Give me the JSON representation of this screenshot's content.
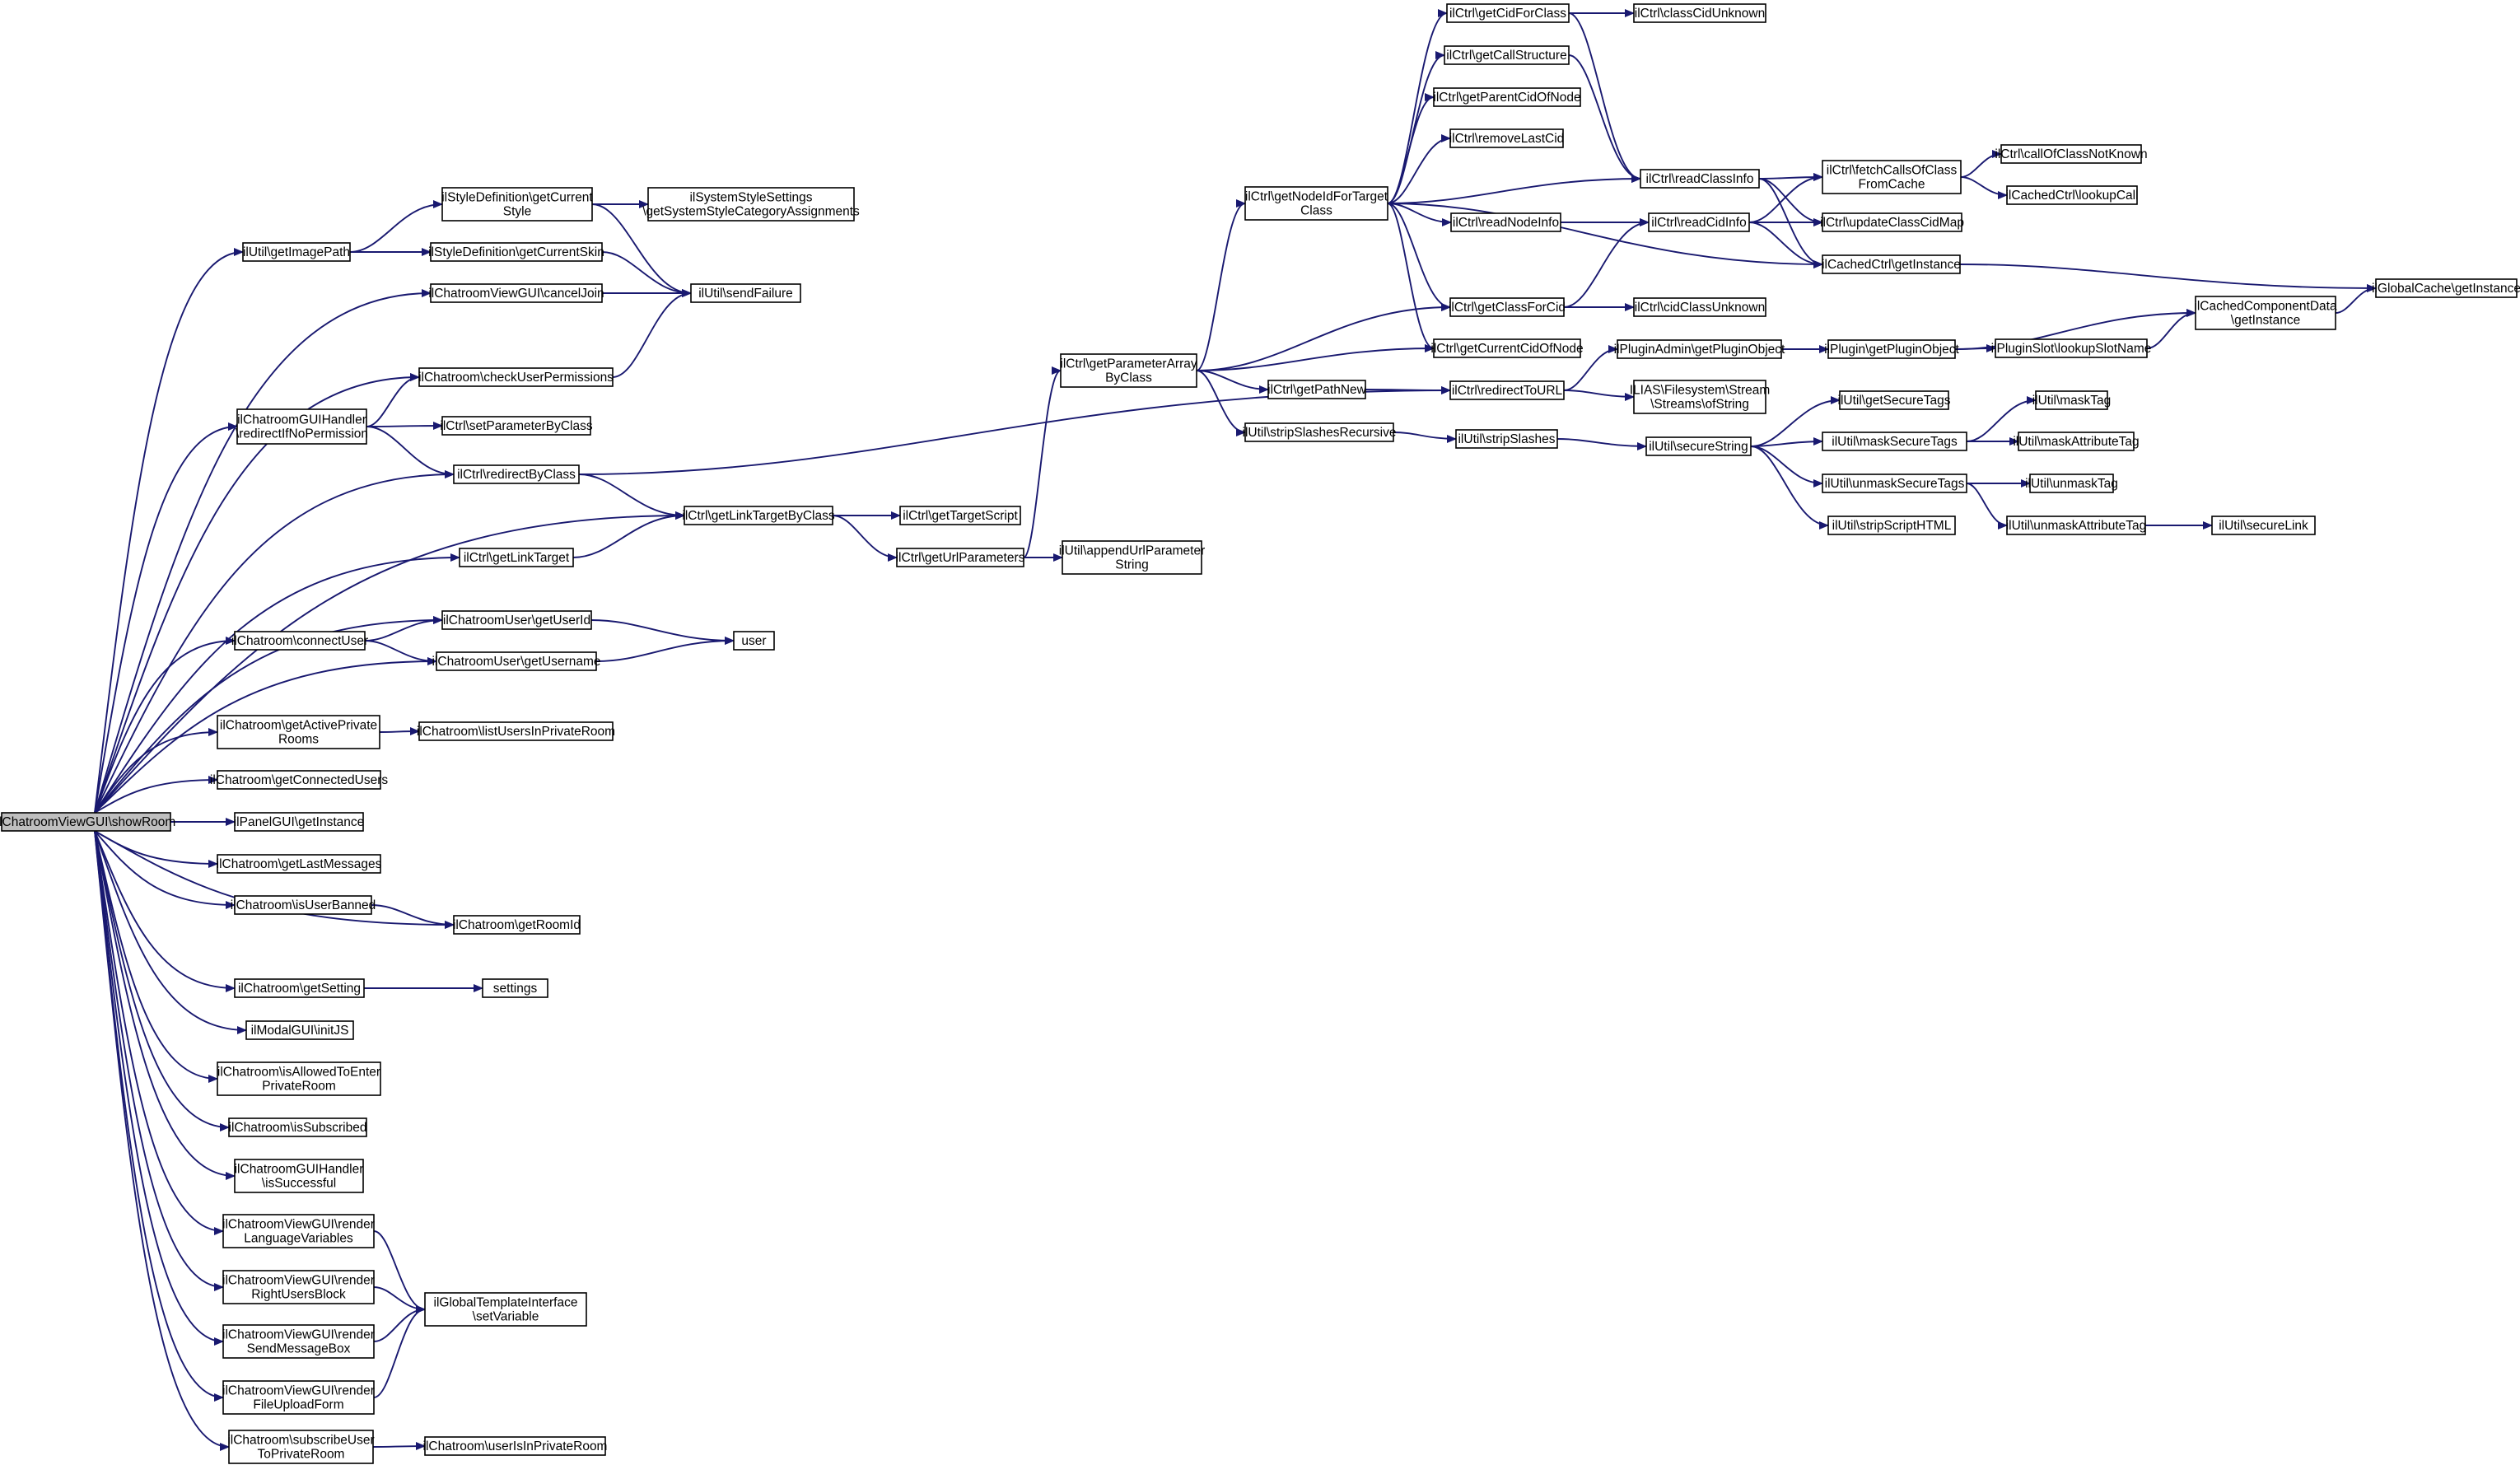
{
  "colors": {
    "edge": "#191970",
    "root_fill": "#bfbfbf",
    "node_fill": "#ffffff",
    "border": "#000000"
  },
  "nodes": [
    {
      "id": "root",
      "lines": [
        "ilChatroomViewGUI\\showRoom"
      ],
      "root": true
    },
    {
      "id": "getImagePath",
      "lines": [
        "ilUtil\\getImagePath"
      ]
    },
    {
      "id": "styleGetCurrentStyle",
      "lines": [
        "ilStyleDefinition\\getCurrent",
        "Style"
      ]
    },
    {
      "id": "sysStyleSettings",
      "lines": [
        "ilSystemStyleSettings",
        "\\getSystemStyleCategoryAssignments"
      ]
    },
    {
      "id": "styleGetCurrentSkin",
      "lines": [
        "ilStyleDefinition\\getCurrentSkin"
      ]
    },
    {
      "id": "cancelJoin",
      "lines": [
        "ilChatroomViewGUI\\cancelJoin"
      ]
    },
    {
      "id": "sendFailure",
      "lines": [
        "ilUtil\\sendFailure"
      ]
    },
    {
      "id": "checkUserPermissions",
      "lines": [
        "ilChatroom\\checkUserPermissions"
      ]
    },
    {
      "id": "redirectIfNoPermission",
      "lines": [
        "ilChatroomGUIHandler",
        "\\redirectIfNoPermission"
      ]
    },
    {
      "id": "setParameterByClass",
      "lines": [
        "ilCtrl\\setParameterByClass"
      ]
    },
    {
      "id": "redirectByClass",
      "lines": [
        "ilCtrl\\redirectByClass"
      ]
    },
    {
      "id": "getLinkTargetByClass",
      "lines": [
        "ilCtrl\\getLinkTargetByClass"
      ]
    },
    {
      "id": "getLinkTarget",
      "lines": [
        "ilCtrl\\getLinkTarget"
      ]
    },
    {
      "id": "getTargetScript",
      "lines": [
        "ilCtrl\\getTargetScript"
      ]
    },
    {
      "id": "getUrlParameters",
      "lines": [
        "ilCtrl\\getUrlParameters"
      ]
    },
    {
      "id": "appendUrlParameterString",
      "lines": [
        "ilUtil\\appendUrlParameter",
        "String"
      ]
    },
    {
      "id": "getParameterArrayByClass",
      "lines": [
        "ilCtrl\\getParameterArray",
        "ByClass"
      ]
    },
    {
      "id": "connectUser",
      "lines": [
        "ilChatroom\\connectUser"
      ]
    },
    {
      "id": "getUserId",
      "lines": [
        "ilChatroomUser\\getUserId"
      ]
    },
    {
      "id": "getUsername",
      "lines": [
        "ilChatroomUser\\getUsername"
      ]
    },
    {
      "id": "user",
      "lines": [
        "user"
      ]
    },
    {
      "id": "getActivePrivateRooms",
      "lines": [
        "ilChatroom\\getActivePrivate",
        "Rooms"
      ]
    },
    {
      "id": "listUsersInPrivateRoom",
      "lines": [
        "ilChatroom\\listUsersInPrivateRoom"
      ]
    },
    {
      "id": "getConnectedUsers",
      "lines": [
        "ilChatroom\\getConnectedUsers"
      ]
    },
    {
      "id": "panelGetInstance",
      "lines": [
        "ilPanelGUI\\getInstance"
      ]
    },
    {
      "id": "getLastMessages",
      "lines": [
        "ilChatroom\\getLastMessages"
      ]
    },
    {
      "id": "isUserBanned",
      "lines": [
        "ilChatroom\\isUserBanned"
      ]
    },
    {
      "id": "getRoomId",
      "lines": [
        "ilChatroom\\getRoomId"
      ]
    },
    {
      "id": "getSetting",
      "lines": [
        "ilChatroom\\getSetting"
      ]
    },
    {
      "id": "settings",
      "lines": [
        "settings"
      ]
    },
    {
      "id": "modalInitJS",
      "lines": [
        "ilModalGUI\\initJS"
      ]
    },
    {
      "id": "isAllowedToEnter",
      "lines": [
        "ilChatroom\\isAllowedToEnter",
        "PrivateRoom"
      ]
    },
    {
      "id": "isSubscribed",
      "lines": [
        "ilChatroom\\isSubscribed"
      ]
    },
    {
      "id": "isSuccessful",
      "lines": [
        "ilChatroomGUIHandler",
        "\\isSuccessful"
      ]
    },
    {
      "id": "renderLanguageVariables",
      "lines": [
        "ilChatroomViewGUI\\render",
        "LanguageVariables"
      ]
    },
    {
      "id": "renderRightUsersBlock",
      "lines": [
        "ilChatroomViewGUI\\render",
        "RightUsersBlock"
      ]
    },
    {
      "id": "renderSendMessageBox",
      "lines": [
        "ilChatroomViewGUI\\render",
        "SendMessageBox"
      ]
    },
    {
      "id": "renderFileUploadForm",
      "lines": [
        "ilChatroomViewGUI\\render",
        "FileUploadForm"
      ]
    },
    {
      "id": "setVariable",
      "lines": [
        "ilGlobalTemplateInterface",
        "\\setVariable"
      ]
    },
    {
      "id": "subscribeUser",
      "lines": [
        "ilChatroom\\subscribeUser",
        "ToPrivateRoom"
      ]
    },
    {
      "id": "userIsInPrivateRoom",
      "lines": [
        "ilChatroom\\userIsInPrivateRoom"
      ]
    },
    {
      "id": "getNodeIdForTargetClass",
      "lines": [
        "ilCtrl\\getNodeIdForTarget",
        "Class"
      ]
    },
    {
      "id": "getPathNew",
      "lines": [
        "ilCtrl\\getPathNew"
      ]
    },
    {
      "id": "stripSlashesRecursive",
      "lines": [
        "ilUtil\\stripSlashesRecursive"
      ]
    },
    {
      "id": "getCidForClass",
      "lines": [
        "ilCtrl\\getCidForClass"
      ]
    },
    {
      "id": "classCidUnknown",
      "lines": [
        "ilCtrl\\classCidUnknown"
      ]
    },
    {
      "id": "getCallStructure",
      "lines": [
        "ilCtrl\\getCallStructure"
      ]
    },
    {
      "id": "getParentCidOfNode",
      "lines": [
        "ilCtrl\\getParentCidOfNode"
      ]
    },
    {
      "id": "removeLastCid",
      "lines": [
        "ilCtrl\\removeLastCid"
      ]
    },
    {
      "id": "readClassInfo",
      "lines": [
        "ilCtrl\\readClassInfo"
      ]
    },
    {
      "id": "readNodeInfo",
      "lines": [
        "ilCtrl\\readNodeInfo"
      ]
    },
    {
      "id": "readCidInfo",
      "lines": [
        "ilCtrl\\readCidInfo"
      ]
    },
    {
      "id": "getClassForCid",
      "lines": [
        "ilCtrl\\getClassForCid"
      ]
    },
    {
      "id": "cidClassUnknown",
      "lines": [
        "ilCtrl\\cidClassUnknown"
      ]
    },
    {
      "id": "getCurrentCidOfNode",
      "lines": [
        "ilCtrl\\getCurrentCidOfNode"
      ]
    },
    {
      "id": "redirectToURL",
      "lines": [
        "ilCtrl\\redirectToURL"
      ]
    },
    {
      "id": "stripSlashes",
      "lines": [
        "ilUtil\\stripSlashes"
      ]
    },
    {
      "id": "pluginAdminGetPluginObject",
      "lines": [
        "ilPluginAdmin\\getPluginObject"
      ]
    },
    {
      "id": "ofString",
      "lines": [
        "ILIAS\\Filesystem\\Stream",
        "\\Streams\\ofString"
      ]
    },
    {
      "id": "secureString",
      "lines": [
        "ilUtil\\secureString"
      ]
    },
    {
      "id": "fetchCallsOfClassFromCache",
      "lines": [
        "ilCtrl\\fetchCallsOfClass",
        "FromCache"
      ]
    },
    {
      "id": "callOfClassNotKnown",
      "lines": [
        "ilCtrl\\callOfClassNotKnown"
      ]
    },
    {
      "id": "lookupCall",
      "lines": [
        "ilCachedCtrl\\lookupCall"
      ]
    },
    {
      "id": "updateClassCidMap",
      "lines": [
        "ilCtrl\\updateClassCidMap"
      ]
    },
    {
      "id": "cachedCtrlGetInstance",
      "lines": [
        "ilCachedCtrl\\getInstance"
      ]
    },
    {
      "id": "globalCacheGetInstance",
      "lines": [
        "ilGlobalCache\\getInstance"
      ]
    },
    {
      "id": "cachedComponentDataGetInstance",
      "lines": [
        "ilCachedComponentData",
        "\\getInstance"
      ]
    },
    {
      "id": "pluginGetPluginObject",
      "lines": [
        "ilPlugin\\getPluginObject"
      ]
    },
    {
      "id": "lookupSlotName",
      "lines": [
        "ilPluginSlot\\lookupSlotName"
      ]
    },
    {
      "id": "getSecureTags",
      "lines": [
        "ilUtil\\getSecureTags"
      ]
    },
    {
      "id": "maskSecureTags",
      "lines": [
        "ilUtil\\maskSecureTags"
      ]
    },
    {
      "id": "maskTag",
      "lines": [
        "ilUtil\\maskTag"
      ]
    },
    {
      "id": "maskAttributeTag",
      "lines": [
        "ilUtil\\maskAttributeTag"
      ]
    },
    {
      "id": "unmaskSecureTags",
      "lines": [
        "ilUtil\\unmaskSecureTags"
      ]
    },
    {
      "id": "unmaskTag",
      "lines": [
        "ilUtil\\unmaskTag"
      ]
    },
    {
      "id": "unmaskAttributeTag",
      "lines": [
        "ilUtil\\unmaskAttributeTag"
      ]
    },
    {
      "id": "secureLink",
      "lines": [
        "ilUtil\\secureLink"
      ]
    },
    {
      "id": "stripScriptHTML",
      "lines": [
        "ilUtil\\stripScriptHTML"
      ]
    }
  ],
  "edges": [
    [
      "root",
      "getImagePath"
    ],
    [
      "root",
      "cancelJoin"
    ],
    [
      "root",
      "checkUserPermissions"
    ],
    [
      "root",
      "redirectIfNoPermission"
    ],
    [
      "root",
      "redirectByClass"
    ],
    [
      "root",
      "getLinkTargetByClass"
    ],
    [
      "root",
      "getLinkTarget"
    ],
    [
      "root",
      "connectUser"
    ],
    [
      "root",
      "getUserId"
    ],
    [
      "root",
      "getUsername"
    ],
    [
      "root",
      "getActivePrivateRooms"
    ],
    [
      "root",
      "getConnectedUsers"
    ],
    [
      "root",
      "panelGetInstance"
    ],
    [
      "root",
      "getLastMessages"
    ],
    [
      "root",
      "isUserBanned"
    ],
    [
      "root",
      "getRoomId"
    ],
    [
      "root",
      "getSetting"
    ],
    [
      "root",
      "modalInitJS"
    ],
    [
      "root",
      "isAllowedToEnter"
    ],
    [
      "root",
      "isSubscribed"
    ],
    [
      "root",
      "isSuccessful"
    ],
    [
      "root",
      "renderLanguageVariables"
    ],
    [
      "root",
      "renderRightUsersBlock"
    ],
    [
      "root",
      "renderSendMessageBox"
    ],
    [
      "root",
      "renderFileUploadForm"
    ],
    [
      "root",
      "subscribeUser"
    ],
    [
      "getImagePath",
      "styleGetCurrentStyle"
    ],
    [
      "getImagePath",
      "styleGetCurrentSkin"
    ],
    [
      "styleGetCurrentStyle",
      "sysStyleSettings"
    ],
    [
      "styleGetCurrentStyle",
      "sendFailure"
    ],
    [
      "styleGetCurrentSkin",
      "sendFailure"
    ],
    [
      "cancelJoin",
      "sendFailure"
    ],
    [
      "checkUserPermissions",
      "sendFailure"
    ],
    [
      "redirectIfNoPermission",
      "checkUserPermissions"
    ],
    [
      "redirectIfNoPermission",
      "setParameterByClass"
    ],
    [
      "redirectIfNoPermission",
      "redirectByClass"
    ],
    [
      "redirectByClass",
      "getLinkTargetByClass"
    ],
    [
      "redirectByClass",
      "redirectToURL"
    ],
    [
      "getLinkTarget",
      "getLinkTargetByClass"
    ],
    [
      "getLinkTargetByClass",
      "getTargetScript"
    ],
    [
      "getLinkTargetByClass",
      "getUrlParameters"
    ],
    [
      "getUrlParameters",
      "appendUrlParameterString"
    ],
    [
      "getUrlParameters",
      "getParameterArrayByClass"
    ],
    [
      "connectUser",
      "getUserId"
    ],
    [
      "connectUser",
      "getUsername"
    ],
    [
      "getUserId",
      "user"
    ],
    [
      "getUsername",
      "user"
    ],
    [
      "getActivePrivateRooms",
      "listUsersInPrivateRoom"
    ],
    [
      "isUserBanned",
      "getRoomId"
    ],
    [
      "getSetting",
      "settings"
    ],
    [
      "renderLanguageVariables",
      "setVariable"
    ],
    [
      "renderRightUsersBlock",
      "setVariable"
    ],
    [
      "renderSendMessageBox",
      "setVariable"
    ],
    [
      "renderFileUploadForm",
      "setVariable"
    ],
    [
      "subscribeUser",
      "userIsInPrivateRoom"
    ],
    [
      "getParameterArrayByClass",
      "getNodeIdForTargetClass"
    ],
    [
      "getParameterArrayByClass",
      "getClassForCid"
    ],
    [
      "getParameterArrayByClass",
      "getCurrentCidOfNode"
    ],
    [
      "getParameterArrayByClass",
      "getPathNew"
    ],
    [
      "getParameterArrayByClass",
      "stripSlashesRecursive"
    ],
    [
      "getNodeIdForTargetClass",
      "getCidForClass"
    ],
    [
      "getNodeIdForTargetClass",
      "getCallStructure"
    ],
    [
      "getNodeIdForTargetClass",
      "getParentCidOfNode"
    ],
    [
      "getNodeIdForTargetClass",
      "removeLastCid"
    ],
    [
      "getNodeIdForTargetClass",
      "readClassInfo"
    ],
    [
      "getNodeIdForTargetClass",
      "readNodeInfo"
    ],
    [
      "getNodeIdForTargetClass",
      "getClassForCid"
    ],
    [
      "getNodeIdForTargetClass",
      "getCurrentCidOfNode"
    ],
    [
      "getNodeIdForTargetClass",
      "cachedCtrlGetInstance"
    ],
    [
      "getCidForClass",
      "classCidUnknown"
    ],
    [
      "getCidForClass",
      "readClassInfo"
    ],
    [
      "getCallStructure",
      "readClassInfo"
    ],
    [
      "readNodeInfo",
      "readCidInfo"
    ],
    [
      "getClassForCid",
      "readCidInfo"
    ],
    [
      "getClassForCid",
      "cidClassUnknown"
    ],
    [
      "getPathNew",
      "redirectToURL"
    ],
    [
      "stripSlashesRecursive",
      "stripSlashes"
    ],
    [
      "redirectToURL",
      "pluginAdminGetPluginObject"
    ],
    [
      "redirectToURL",
      "ofString"
    ],
    [
      "stripSlashes",
      "secureString"
    ],
    [
      "readClassInfo",
      "fetchCallsOfClassFromCache"
    ],
    [
      "readClassInfo",
      "updateClassCidMap"
    ],
    [
      "readClassInfo",
      "cachedCtrlGetInstance"
    ],
    [
      "readCidInfo",
      "fetchCallsOfClassFromCache"
    ],
    [
      "readCidInfo",
      "updateClassCidMap"
    ],
    [
      "readCidInfo",
      "cachedCtrlGetInstance"
    ],
    [
      "fetchCallsOfClassFromCache",
      "callOfClassNotKnown"
    ],
    [
      "fetchCallsOfClassFromCache",
      "lookupCall"
    ],
    [
      "cachedCtrlGetInstance",
      "globalCacheGetInstance"
    ],
    [
      "pluginAdminGetPluginObject",
      "pluginGetPluginObject"
    ],
    [
      "pluginGetPluginObject",
      "cachedComponentDataGetInstance"
    ],
    [
      "pluginGetPluginObject",
      "lookupSlotName"
    ],
    [
      "lookupSlotName",
      "cachedComponentDataGetInstance"
    ],
    [
      "cachedComponentDataGetInstance",
      "globalCacheGetInstance"
    ],
    [
      "secureString",
      "getSecureTags"
    ],
    [
      "secureString",
      "maskSecureTags"
    ],
    [
      "secureString",
      "unmaskSecureTags"
    ],
    [
      "secureString",
      "stripScriptHTML"
    ],
    [
      "maskSecureTags",
      "maskTag"
    ],
    [
      "maskSecureTags",
      "maskAttributeTag"
    ],
    [
      "unmaskSecureTags",
      "unmaskTag"
    ],
    [
      "unmaskSecureTags",
      "unmaskAttributeTag"
    ],
    [
      "unmaskAttributeTag",
      "secureLink"
    ]
  ]
}
